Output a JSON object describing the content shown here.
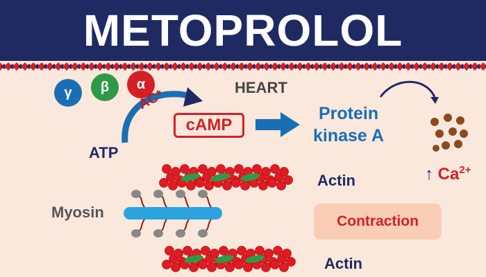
{
  "title": "METOPROLOL",
  "labels": {
    "heart": "HEART",
    "camp": "cAMP",
    "protein_kinase_line1": "Protein",
    "protein_kinase_line2": "kinase A",
    "atp": "ATP",
    "ac": "AC*",
    "myosin": "Myosin",
    "actin_top": "Actin",
    "actin_bottom": "Actin",
    "contraction": "Contraction",
    "calcium_arrow": "↑",
    "calcium": "Ca",
    "calcium_charge": "2+"
  },
  "g_protein_subunits": [
    {
      "symbol": "γ",
      "color": "#1a6fb4"
    },
    {
      "symbol": "β",
      "color": "#2e9a47"
    },
    {
      "symbol": "α",
      "color": "#d32027"
    }
  ],
  "colors": {
    "header": "#1f2a63",
    "background": "#fbe8dc",
    "accent_red": "#d32027",
    "accent_blue": "#1a6fb4",
    "calcium_dot": "#8b4a1e"
  }
}
